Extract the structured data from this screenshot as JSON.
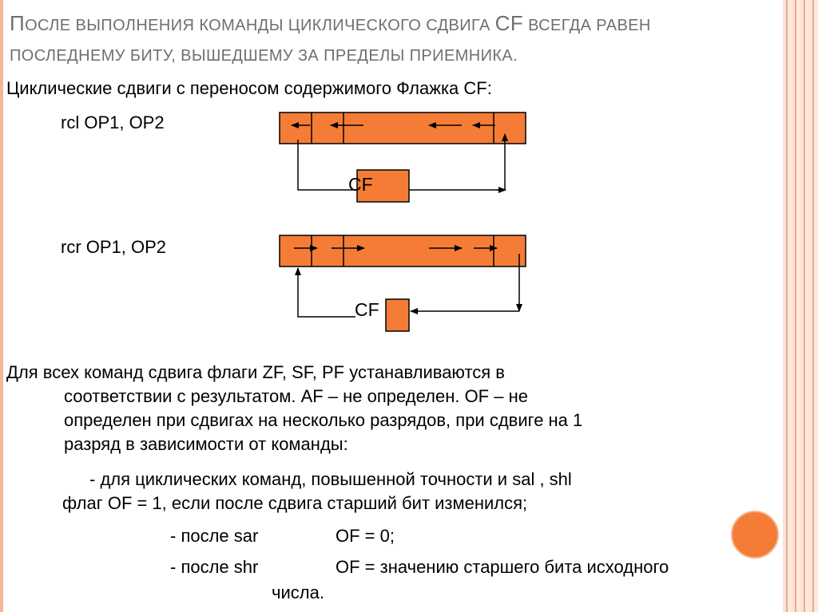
{
  "title": {
    "line1_first_letter": "П",
    "line1_rest": "осле выполнения команды циклического сдвига",
    "line1_cf": "CF",
    "line1_tail": "всегда равен",
    "line2": "последнему биту, вышедшему за пределы приемника."
  },
  "subtitle": "Циклические сдвиги с переносом содержимого Флажка CF:",
  "rcl": {
    "label": "rcl OP1, OP2",
    "flag": "CF"
  },
  "rcr": {
    "label": "rcr OP1, OP2",
    "flag": "CF"
  },
  "paragraph": {
    "line1": "Для всех команд сдвига флаги ZF, SF, PF устанавливаются в",
    "line2": "соответствии с результатом. AF – не определен. OF – не",
    "line3": "определен при сдвигах на несколько разрядов, при сдвиге на 1",
    "line4": "разряд в зависимости от команды:"
  },
  "bullet1": {
    "line1": "- для циклических команд, повышенной точности  и     sal , shl",
    "line2": "флаг OF = 1, если после сдвига старший бит изменился;"
  },
  "sar": {
    "label": "- после sar",
    "value": "OF = 0;"
  },
  "shr": {
    "label": "- после shr",
    "value": "OF = значению старшего бита исходного",
    "value_cont": "числа."
  },
  "colors": {
    "orange": "#f47c36",
    "stripe": "#f3a888",
    "title_gray": "#6f6f6f"
  }
}
